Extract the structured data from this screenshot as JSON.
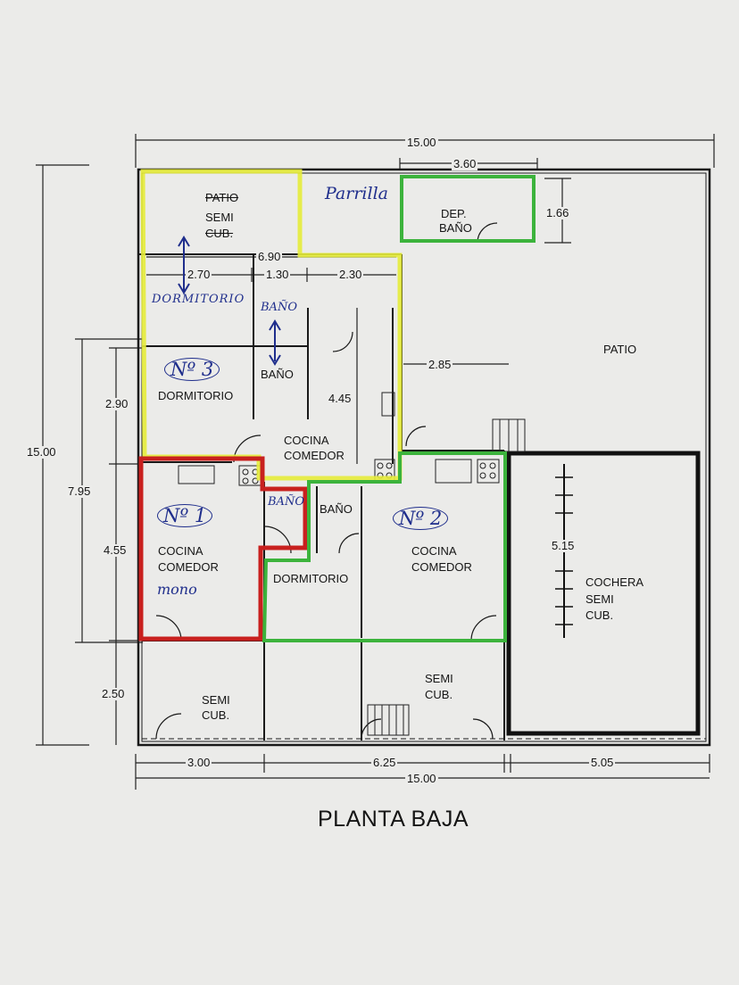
{
  "title": "PLANTA BAJA",
  "rooms": {
    "patio_top": "PATIO",
    "semi_top_a": "SEMI",
    "semi_top_b": "CUB.",
    "dep_a": "DEP.",
    "dep_b": "BAÑO",
    "patio_right": "PATIO",
    "bano_small": "BAÑO",
    "dormitorio_3": "DORMITORIO",
    "cocina_center_a": "COCINA",
    "cocina_center_b": "COMEDOR",
    "cocina_1_a": "COCINA",
    "cocina_1_b": "COMEDOR",
    "bano_mid": "BAÑO",
    "dormitorio_mid": "DORMITORIO",
    "cocina_2_a": "COCINA",
    "cocina_2_b": "COMEDOR",
    "cochera_a": "COCHERA",
    "cochera_b": "SEMI",
    "cochera_c": "CUB.",
    "semi_bl_a": "SEMI",
    "semi_bl_b": "CUB.",
    "semi_bm_a": "SEMI",
    "semi_bm_b": "CUB."
  },
  "dimensions": {
    "top_total": "15.00",
    "top_dep": "3.60",
    "dep_height": "1.66",
    "d_690": "6.90",
    "d_270": "2.70",
    "d_130": "1.30",
    "d_230": "2.30",
    "d_285": "2.85",
    "d_445": "4.45",
    "d_515": "5.15",
    "left_total": "15.00",
    "left_795": "7.95",
    "left_290": "2.90",
    "left_455": "4.55",
    "left_250": "2.50",
    "bottom_300": "3.00",
    "bottom_625": "6.25",
    "bottom_505": "5.05",
    "bottom_total": "15.00"
  },
  "handwritten": {
    "parrilla": "Parrilla",
    "dormitorio": "DORMITORIO",
    "bano_top": "BAÑO",
    "n3": "Nº 3",
    "n1": "Nº 1",
    "bano_red": "BAÑO",
    "mono": "mono",
    "n2": "Nº 2"
  },
  "colors": {
    "unit_1": "#c8201e",
    "unit_2": "#3cb33c",
    "unit_3": "#e6ec3a",
    "ink": "#1f2e8c",
    "wall": "#1a1a1a"
  }
}
